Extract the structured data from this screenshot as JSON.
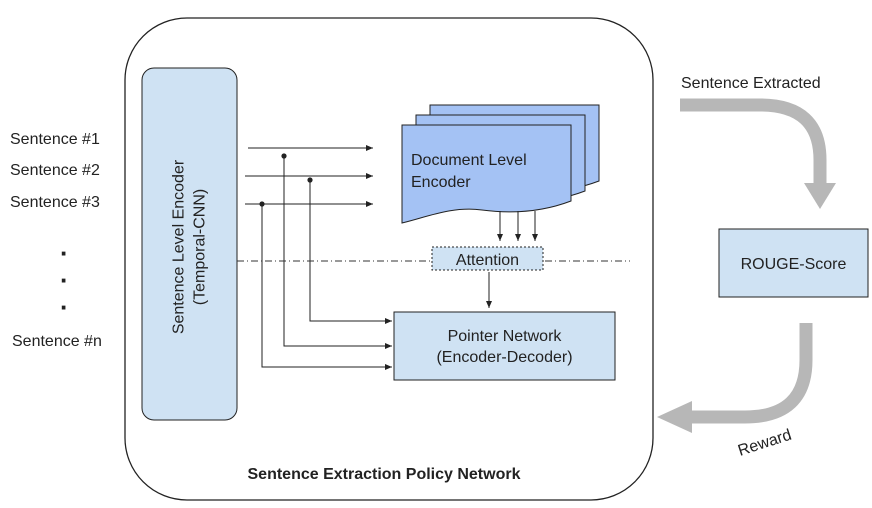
{
  "inputs": {
    "sentence_1": "Sentence #1",
    "sentence_2": "Sentence #2",
    "sentence_3": "Sentence #3",
    "dots": [
      "·",
      "·",
      "·"
    ],
    "sentence_n": "Sentence #n"
  },
  "encoder": {
    "title": "Sentence Level Encoder",
    "subtitle": "(Temporal-CNN)"
  },
  "document_encoder": {
    "line1": "Document Level",
    "line2": "Encoder"
  },
  "attention": {
    "label": "Attention"
  },
  "pointer": {
    "line1": "Pointer Network",
    "line2": "(Encoder-Decoder)"
  },
  "policy_network": {
    "label": "Sentence Extraction Policy Network"
  },
  "extracted": {
    "label": "Sentence Extracted"
  },
  "rouge": {
    "label": "ROUGE-Score"
  },
  "reward": {
    "label": "Reward"
  },
  "colors": {
    "box_fill": "#cfe2f3",
    "doc_fill": "#a4c2f4",
    "stroke": "#222222",
    "arrow_gray": "#b7b7b7"
  }
}
